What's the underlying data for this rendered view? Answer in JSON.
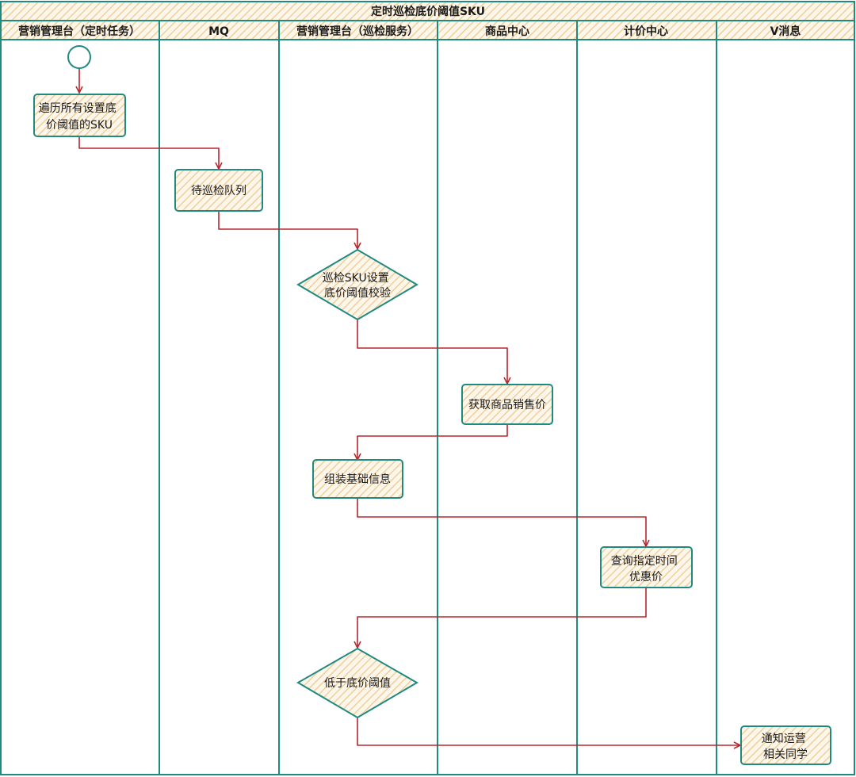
{
  "title": "定时巡检底价阈值SKU",
  "lanes": [
    {
      "label": "营销管理台（定时任务）"
    },
    {
      "label": "MQ"
    },
    {
      "label": "营销管理台（巡检服务）"
    },
    {
      "label": "商品中心"
    },
    {
      "label": "计价中心"
    },
    {
      "label": "V消息"
    }
  ],
  "nodes": {
    "start": {
      "type": "start"
    },
    "traverse": {
      "type": "process",
      "lines": [
        "遍历所有设置底",
        "价阈值的SKU"
      ]
    },
    "queue": {
      "type": "process",
      "lines": [
        "待巡检队列"
      ]
    },
    "check": {
      "type": "decision",
      "lines": [
        "巡检SKU设置",
        "底价阈值校验"
      ]
    },
    "get_price": {
      "type": "process",
      "lines": [
        "获取商品销售价"
      ]
    },
    "assemble": {
      "type": "process",
      "lines": [
        "组装基础信息"
      ]
    },
    "query_promo": {
      "type": "process",
      "lines": [
        "查询指定时间",
        "优惠价"
      ]
    },
    "below": {
      "type": "decision",
      "lines": [
        "低于底价阈值"
      ]
    },
    "notify": {
      "type": "process",
      "lines": [
        "通知运营",
        "相关同学"
      ]
    }
  },
  "colors": {
    "border": "#1f8a80",
    "arrow": "#b8262e",
    "hatch": "#f2d6a8",
    "text": "#1a1a1a"
  }
}
